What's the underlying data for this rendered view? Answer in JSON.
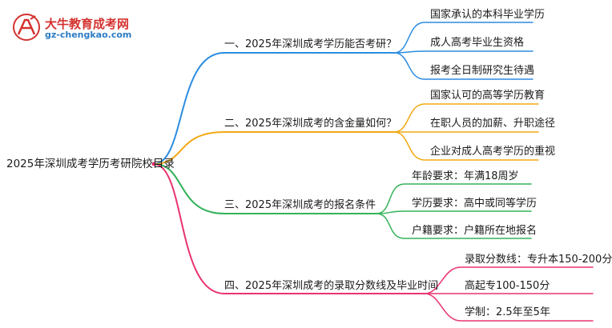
{
  "logo": {
    "name": "大牛教育成考网",
    "url": "gz-chengkao.com"
  },
  "root": "2025年深圳成考学历考研院校目录",
  "branches": [
    {
      "label": "一、2025年深圳成考学历能否考研？",
      "color": "#2b8ce0",
      "children": [
        "国家承认的本科毕业学历",
        "成人高考毕业生资格",
        "报考全日制研究生待遇"
      ]
    },
    {
      "label": "二、2025年深圳成考的含金量如何？",
      "color": "#f2a813",
      "children": [
        "国家认可的高等学历教育",
        "在职人员的加薪、升职途径",
        "企业对成人高考学历的重视"
      ]
    },
    {
      "label": "三、2025年深圳成考的报名条件",
      "color": "#34b25a",
      "children": [
        "年龄要求：年满18周岁",
        "学历要求：高中或同等学历",
        "户籍要求：户籍所在地报名"
      ]
    },
    {
      "label": "四、2025年深圳成考的录取分数线及毕业时间",
      "color": "#e8336f",
      "children": [
        "录取分数线：专升本150-200分",
        "高起专100-150分",
        "学制：2.5年至5年"
      ]
    }
  ]
}
